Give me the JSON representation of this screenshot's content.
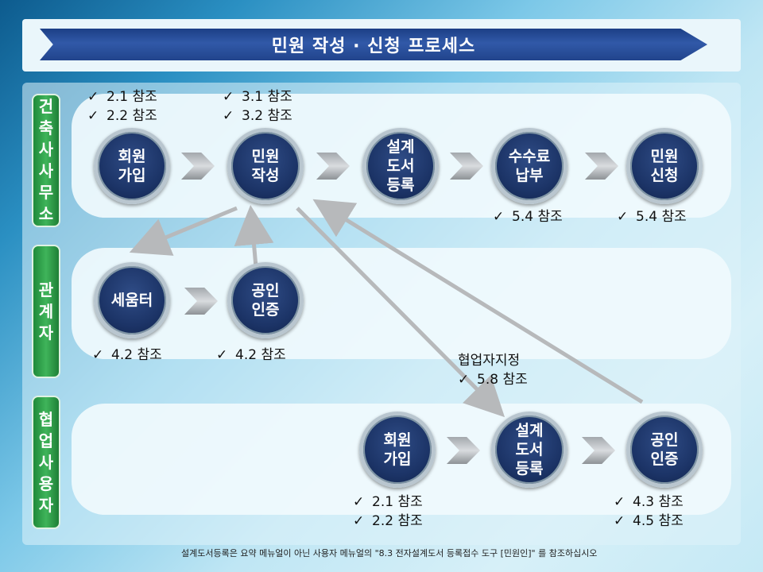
{
  "title": "민원 작성 · 신청 프로세스",
  "lanes": [
    {
      "label": "건축사사무소",
      "chars": [
        "건",
        "축",
        "사",
        "사",
        "무",
        "소"
      ]
    },
    {
      "label": "관계자",
      "chars": [
        "관",
        "계",
        "자"
      ]
    },
    {
      "label": "협업사용자",
      "chars": [
        "협",
        "업",
        "사",
        "용",
        "자"
      ]
    }
  ],
  "nodes": {
    "a1": [
      "회원",
      "가입"
    ],
    "a2": [
      "민원",
      "작성"
    ],
    "a3": [
      "설계",
      "도서",
      "등록"
    ],
    "a4": [
      "수수료",
      "납부"
    ],
    "a5": [
      "민원",
      "신청"
    ],
    "b1": [
      "세움터"
    ],
    "b2": [
      "공인",
      "인증"
    ],
    "c1": [
      "회원",
      "가입"
    ],
    "c2": [
      "설계",
      "도서",
      "등록"
    ],
    "c3": [
      "공인",
      "인증"
    ]
  },
  "check": "✓",
  "refs": {
    "r_a1": [
      "2.1 참조",
      "2.2 참조"
    ],
    "r_a2": [
      "3.1 참조",
      "3.2 참조"
    ],
    "r_a4": [
      "5.4 참조"
    ],
    "r_a5": [
      "5.4 참조"
    ],
    "r_b1": [
      "4.2 참조"
    ],
    "r_b2": [
      "4.2 참조"
    ],
    "r_c1": [
      "2.1 참조",
      "2.2 참조"
    ],
    "r_c3": [
      "4.3 참조",
      "4.5 참조"
    ],
    "collab_label": "협업자지정",
    "collab_ref": "5.8 참조"
  },
  "footer_note": "설계도서등록은 요약 메뉴얼이 아닌 사용자 메뉴얼의 \"8.3 전자설계도서 등록접수 도구 [민원인]\" 를 참조하십시오",
  "colors": {
    "node": "#1c3467",
    "lane_tab": "#2ea04a",
    "title_bar": "#2a4f9e"
  }
}
